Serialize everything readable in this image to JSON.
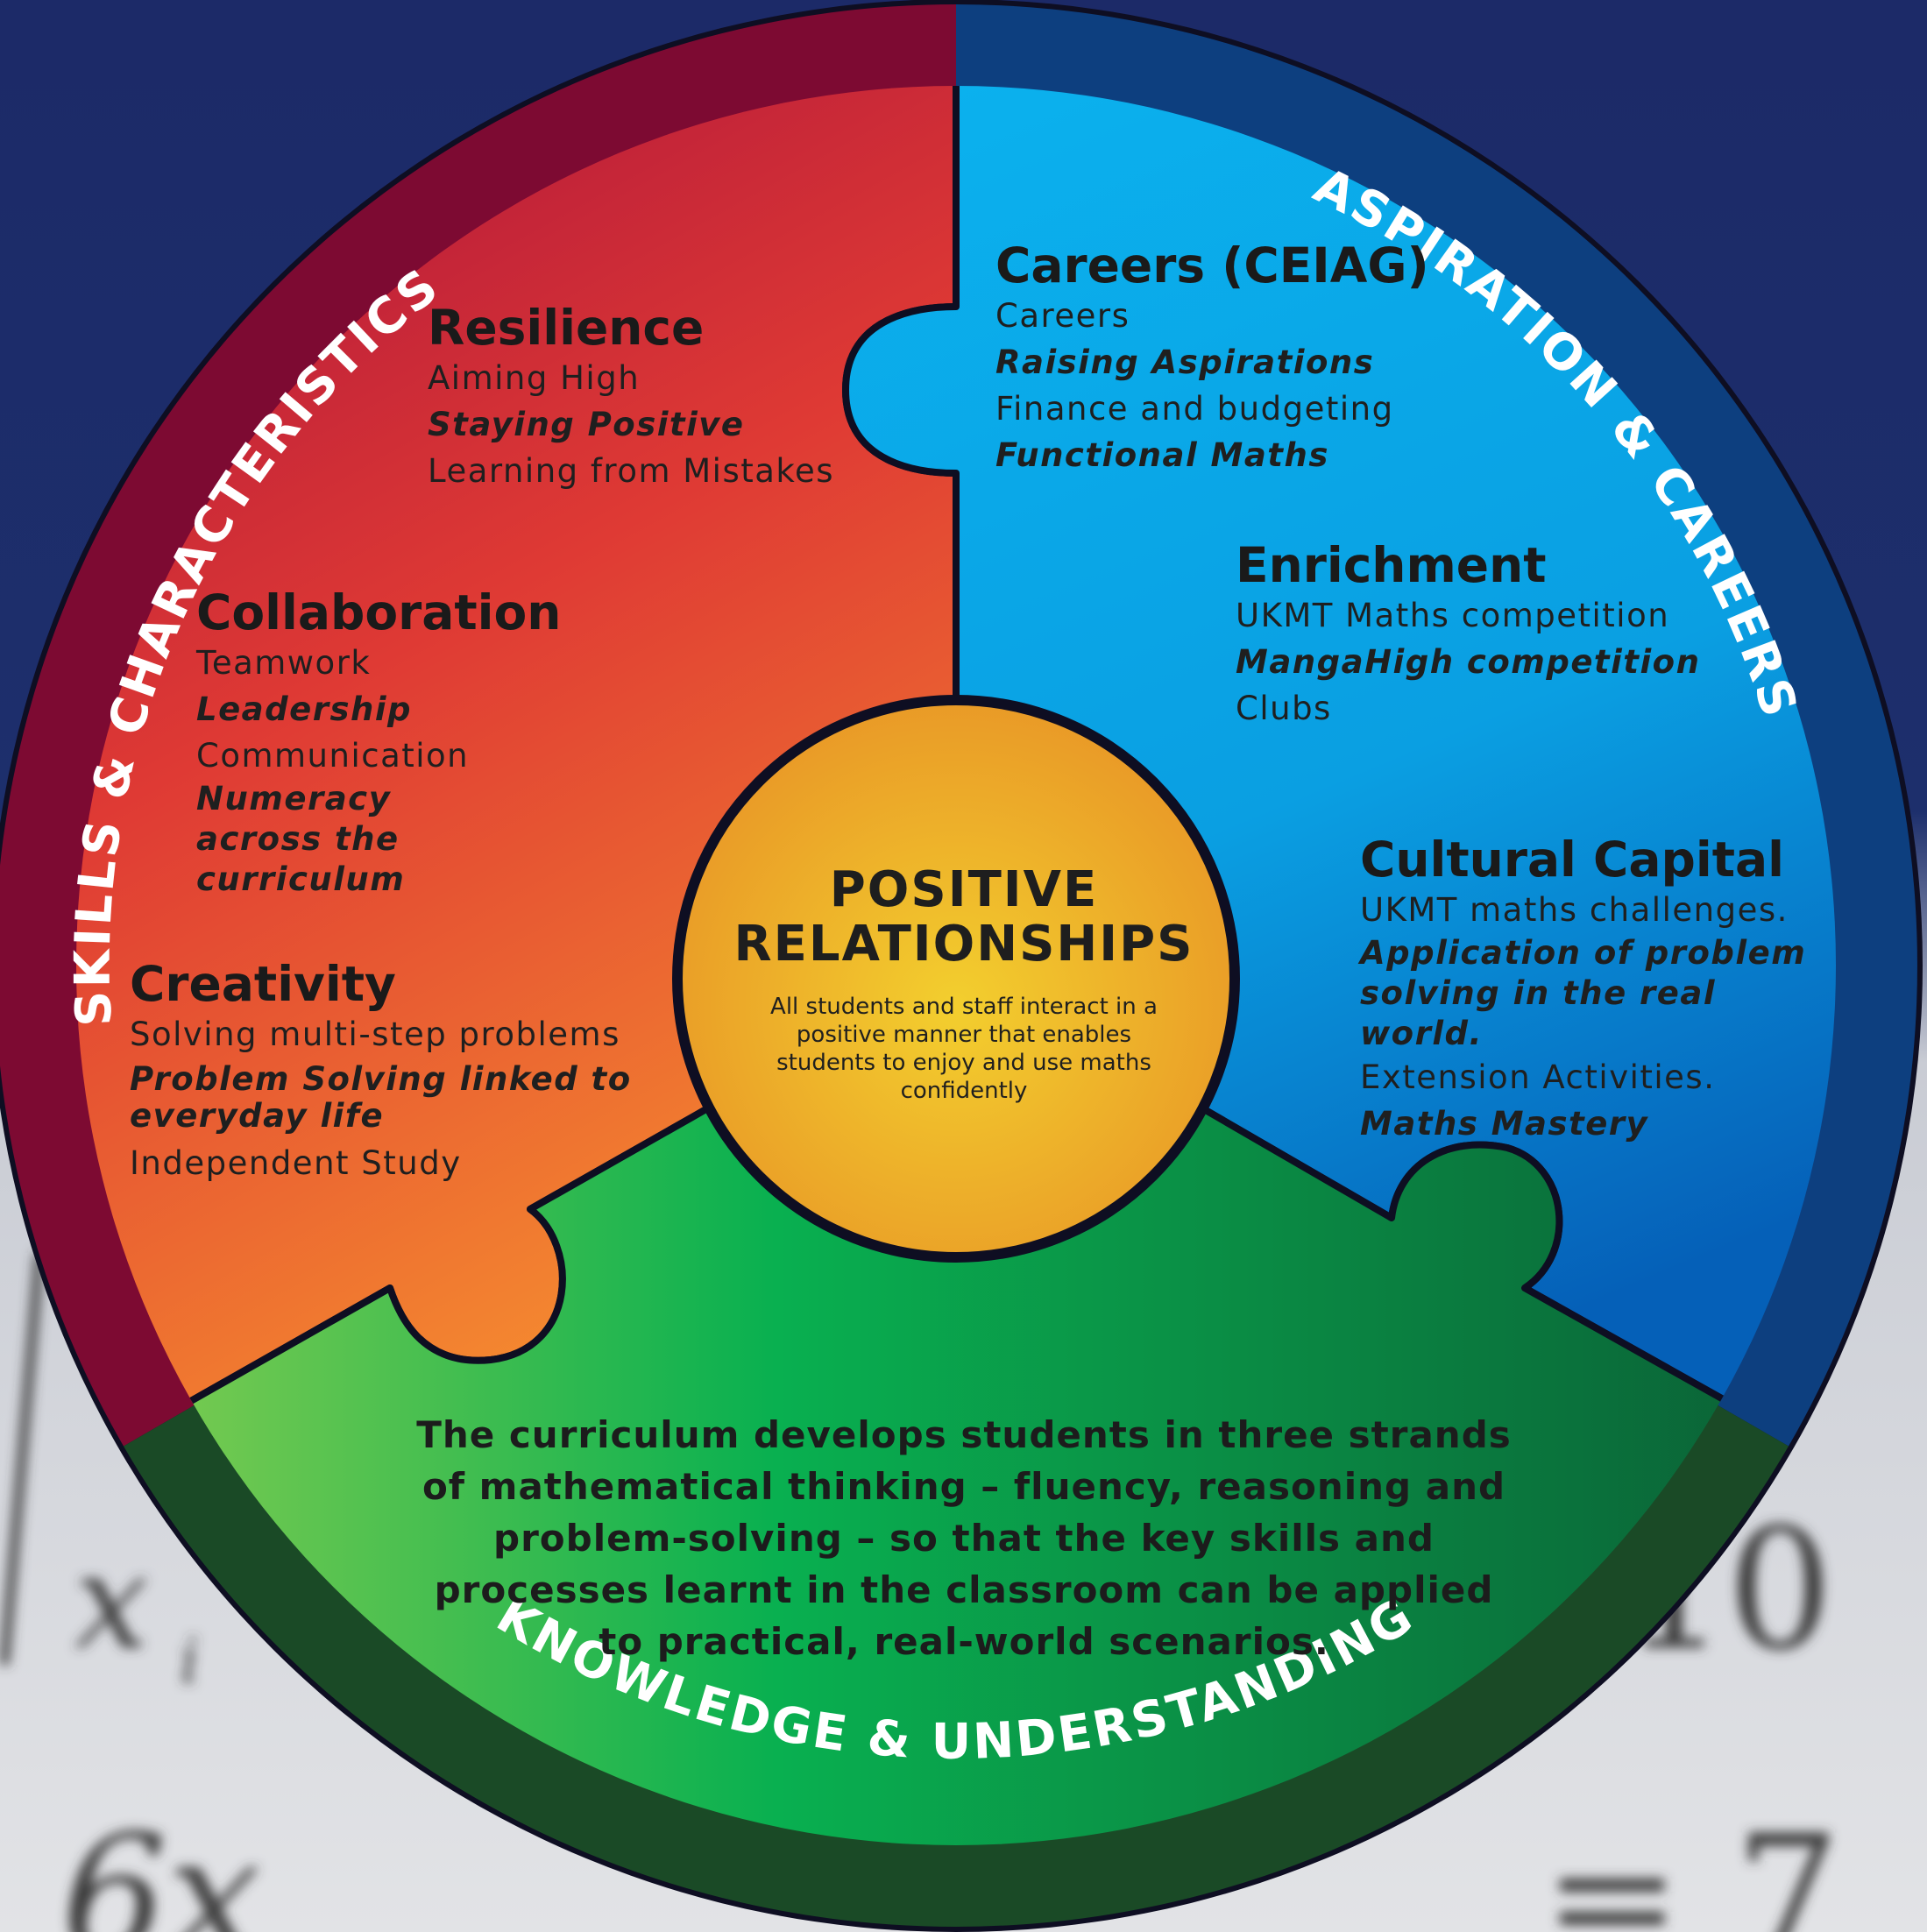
{
  "ring": {
    "left_label": "SKILLS & CHARACTERISTICS",
    "right_label": "ASPIRATION & CAREERS",
    "bottom_label": "KNOWLEDGE & UNDERSTANDING"
  },
  "background_math": {
    "fraction_var": "x",
    "fraction_sub": "i",
    "number": "10",
    "equation_left": "6x",
    "equation_right": "= 7"
  },
  "skills": {
    "resilience": {
      "heading": "Resilience",
      "items": [
        "Aiming High",
        "Staying Positive",
        "Learning from Mistakes"
      ]
    },
    "collaboration": {
      "heading": "Collaboration",
      "items": [
        "Teamwork",
        "Leadership",
        "Communication",
        "Numeracy across the curriculum"
      ]
    },
    "creativity": {
      "heading": "Creativity",
      "items": [
        "Solving multi-step problems",
        "Problem Solving linked to everyday life",
        "Independent Study"
      ]
    }
  },
  "aspiration": {
    "careers": {
      "heading": "Careers (CEIAG)",
      "items": [
        "Careers",
        "Raising Aspirations",
        "Finance and budgeting",
        "Functional Maths"
      ]
    },
    "enrichment": {
      "heading": "Enrichment",
      "items": [
        "UKMT Maths competition",
        "MangaHigh competition",
        "Clubs"
      ]
    },
    "cultural_capital": {
      "heading": "Cultural Capital",
      "items": [
        "UKMT maths challenges.",
        "Application of problem solving in the real world.",
        "Extension Activities.",
        "Maths Mastery"
      ]
    }
  },
  "center": {
    "title": "POSITIVE RELATIONSHIPS",
    "body": "All students and staff interact in a positive manner that enables students to enjoy and use maths confidently"
  },
  "knowledge": {
    "text": "The curriculum develops students in three strands of mathematical thinking – fluency, reasoning and problem-solving – so that the key skills and processes learnt in the classroom can be applied to practical, real-world scenarios."
  },
  "colors": {
    "background_navy": "#1c2d6a",
    "skills_ring": "#7d0a32",
    "skills_fill_top": "#a80d3c",
    "skills_fill_bottom": "#f3832e",
    "aspiration_ring": "#0d3f7f",
    "aspiration_fill": "#08a6e6",
    "knowledge_ring": "#1a4a26",
    "knowledge_fill_left": "#8ccf4e",
    "knowledge_fill_right": "#0b6a3c",
    "center_fill": "#f0b82a",
    "outline": "#0e0e22"
  }
}
